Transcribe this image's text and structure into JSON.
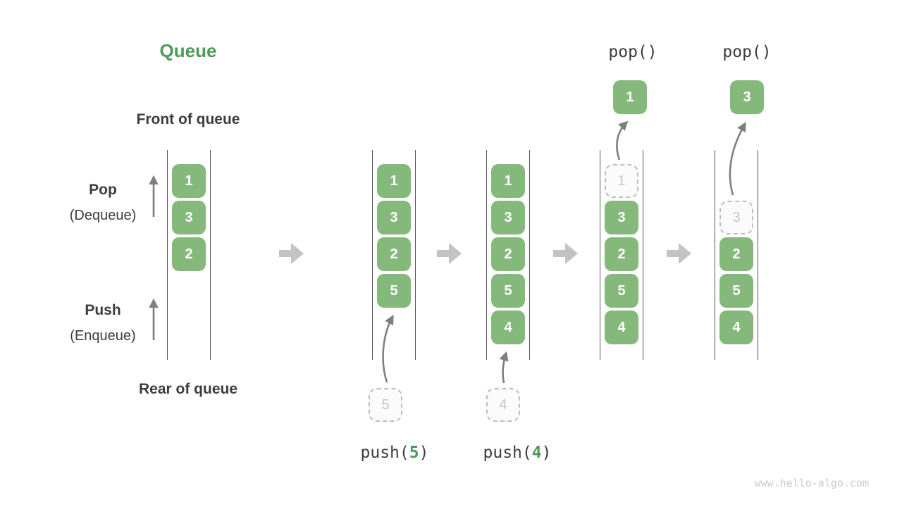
{
  "title": "Queue",
  "labels": {
    "front": "Front of queue",
    "rear": "Rear of queue",
    "pop": "Pop",
    "pop_sub": "(Dequeue)",
    "push": "Push",
    "push_sub": "(Enqueue)"
  },
  "columns": [
    {
      "state": "initial",
      "cells": [
        {
          "row": 0,
          "value": "1",
          "state": "normal"
        },
        {
          "row": 1,
          "value": "3",
          "state": "normal"
        },
        {
          "row": 2,
          "value": "2",
          "state": "normal"
        }
      ]
    },
    {
      "state": "after-push-5",
      "cells": [
        {
          "row": 0,
          "value": "1",
          "state": "normal"
        },
        {
          "row": 1,
          "value": "3",
          "state": "normal"
        },
        {
          "row": 2,
          "value": "2",
          "state": "normal"
        },
        {
          "row": 3,
          "value": "5",
          "state": "normal"
        }
      ]
    },
    {
      "state": "after-push-4",
      "cells": [
        {
          "row": 0,
          "value": "1",
          "state": "normal"
        },
        {
          "row": 1,
          "value": "3",
          "state": "normal"
        },
        {
          "row": 2,
          "value": "2",
          "state": "normal"
        },
        {
          "row": 3,
          "value": "5",
          "state": "normal"
        },
        {
          "row": 4,
          "value": "4",
          "state": "normal"
        }
      ]
    },
    {
      "state": "after-pop-1",
      "cells": [
        {
          "row": 0,
          "value": "1",
          "state": "dashed"
        },
        {
          "row": 1,
          "value": "3",
          "state": "normal"
        },
        {
          "row": 2,
          "value": "2",
          "state": "normal"
        },
        {
          "row": 3,
          "value": "5",
          "state": "normal"
        },
        {
          "row": 4,
          "value": "4",
          "state": "normal"
        }
      ]
    },
    {
      "state": "after-pop-3",
      "cells": [
        {
          "row": 1,
          "value": "3",
          "state": "dashed"
        },
        {
          "row": 2,
          "value": "2",
          "state": "normal"
        },
        {
          "row": 3,
          "value": "5",
          "state": "normal"
        },
        {
          "row": 4,
          "value": "4",
          "state": "normal"
        }
      ]
    }
  ],
  "operations": {
    "push_5": {
      "label_prefix": "push(",
      "arg": "5",
      "label_suffix": ")",
      "staged_value": "5"
    },
    "push_4": {
      "label_prefix": "push(",
      "arg": "4",
      "label_suffix": ")",
      "staged_value": "4"
    },
    "pop_1": {
      "label": "pop()",
      "popped_value": "1"
    },
    "pop_3": {
      "label": "pop()",
      "popped_value": "3"
    }
  },
  "watermark": "www.hello-algo.com",
  "colors": {
    "cell_green": "#85b97c",
    "accent_green": "#4c9b55",
    "text_dark": "#3c3c3c",
    "rail": "#565656",
    "flow_arrow": "#c3c3c3",
    "thin_arrow": "#7f7f7f",
    "dashed_border": "#bdbdbd",
    "dashed_text": "#c4c4c4",
    "dashed_bg": "#fbfbfb",
    "watermark": "#cccccc"
  }
}
